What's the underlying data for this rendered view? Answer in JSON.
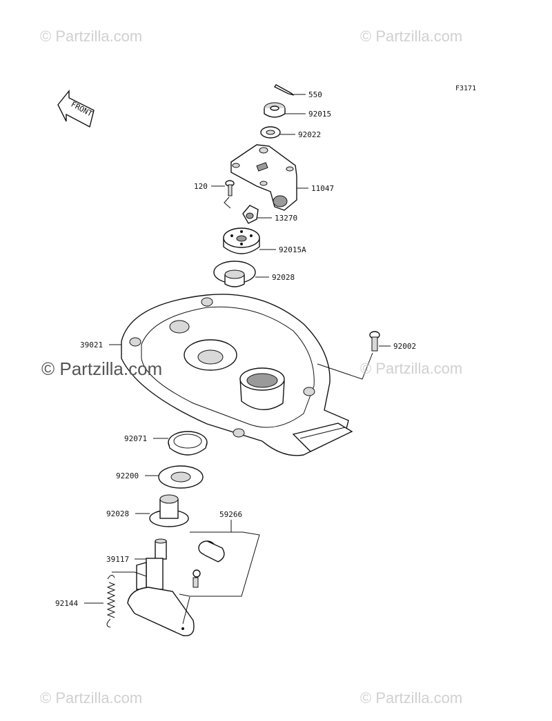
{
  "watermarks": {
    "top_left": "© Partzilla.com",
    "top_right": "© Partzilla.com",
    "center_left": "© Partzilla.com",
    "center_right": "© Partzilla.com",
    "bottom_left": "© Partzilla.com",
    "bottom_right": "© Partzilla.com"
  },
  "figure_code": "F3171",
  "front_indicator": "FRONT",
  "part_labels": {
    "p550": "550",
    "p92015": "92015",
    "p92022": "92022",
    "p120": "120",
    "p11047": "11047",
    "p13270": "13270",
    "p92015A": "92015A",
    "p92028_top": "92028",
    "p39021": "39021",
    "p92002": "92002",
    "p92071": "92071",
    "p92200": "92200",
    "p92028_bottom": "92028",
    "p59266": "59266",
    "p39117": "39117",
    "p92144": "92144"
  }
}
